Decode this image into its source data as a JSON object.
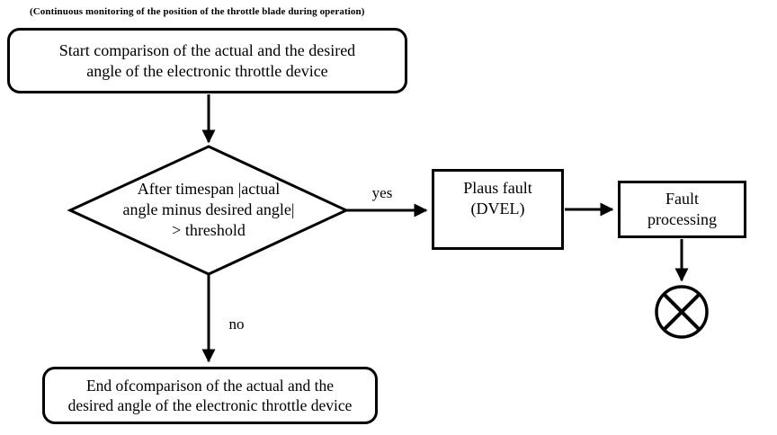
{
  "page": {
    "background": "#ffffff",
    "line_color": "#000000"
  },
  "annotation": "(Continuous monitoring of the position of the throttle blade during operation)",
  "flowchart": {
    "nodes": {
      "start": {
        "shape": "rounded-rect",
        "lines": [
          "Start comparison of the actual and the desired",
          "angle of the electronic throttle device"
        ]
      },
      "decision": {
        "shape": "diamond",
        "lines": [
          "After timespan |actual",
          "angle minus desired angle|",
          "> threshold"
        ]
      },
      "plaus_fault": {
        "shape": "rect",
        "lines": [
          "Plaus fault",
          "(DVEL)"
        ]
      },
      "fault_processing": {
        "shape": "rect",
        "lines": [
          "Fault",
          "processing"
        ]
      },
      "end": {
        "shape": "rounded-rect",
        "lines": [
          "End ofcomparison of the actual and the",
          "desired angle of the electronic throttle device"
        ]
      },
      "terminator": {
        "shape": "circled-x"
      }
    },
    "edge_labels": {
      "yes": "yes",
      "no": "no"
    }
  }
}
